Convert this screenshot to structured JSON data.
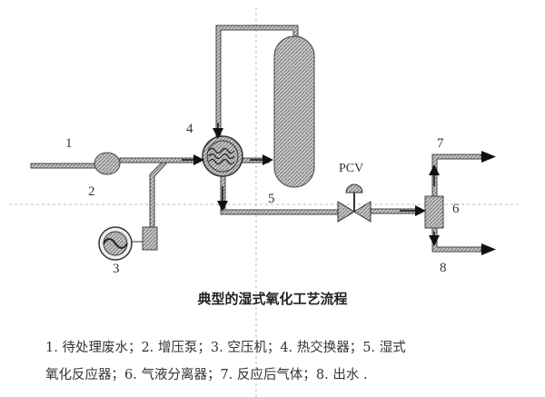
{
  "diagram": {
    "labels": {
      "n1": "1",
      "n2": "2",
      "n3": "3",
      "n4": "4",
      "n5": "5",
      "n6": "6",
      "n7": "7",
      "n8": "8",
      "pcv": "PCV"
    },
    "title": "典型的湿式氧化工艺流程",
    "legend_line1": "1. 待处理废水；2. 增压泵；3. 空压机；4. 热交换器；5. 湿式",
    "legend_line2": "氧化反应器；6. 气液分离器；7. 反应后气体；8. 出水 ."
  },
  "colors": {
    "line": "#333333",
    "fill": "#9a9a9a"
  }
}
